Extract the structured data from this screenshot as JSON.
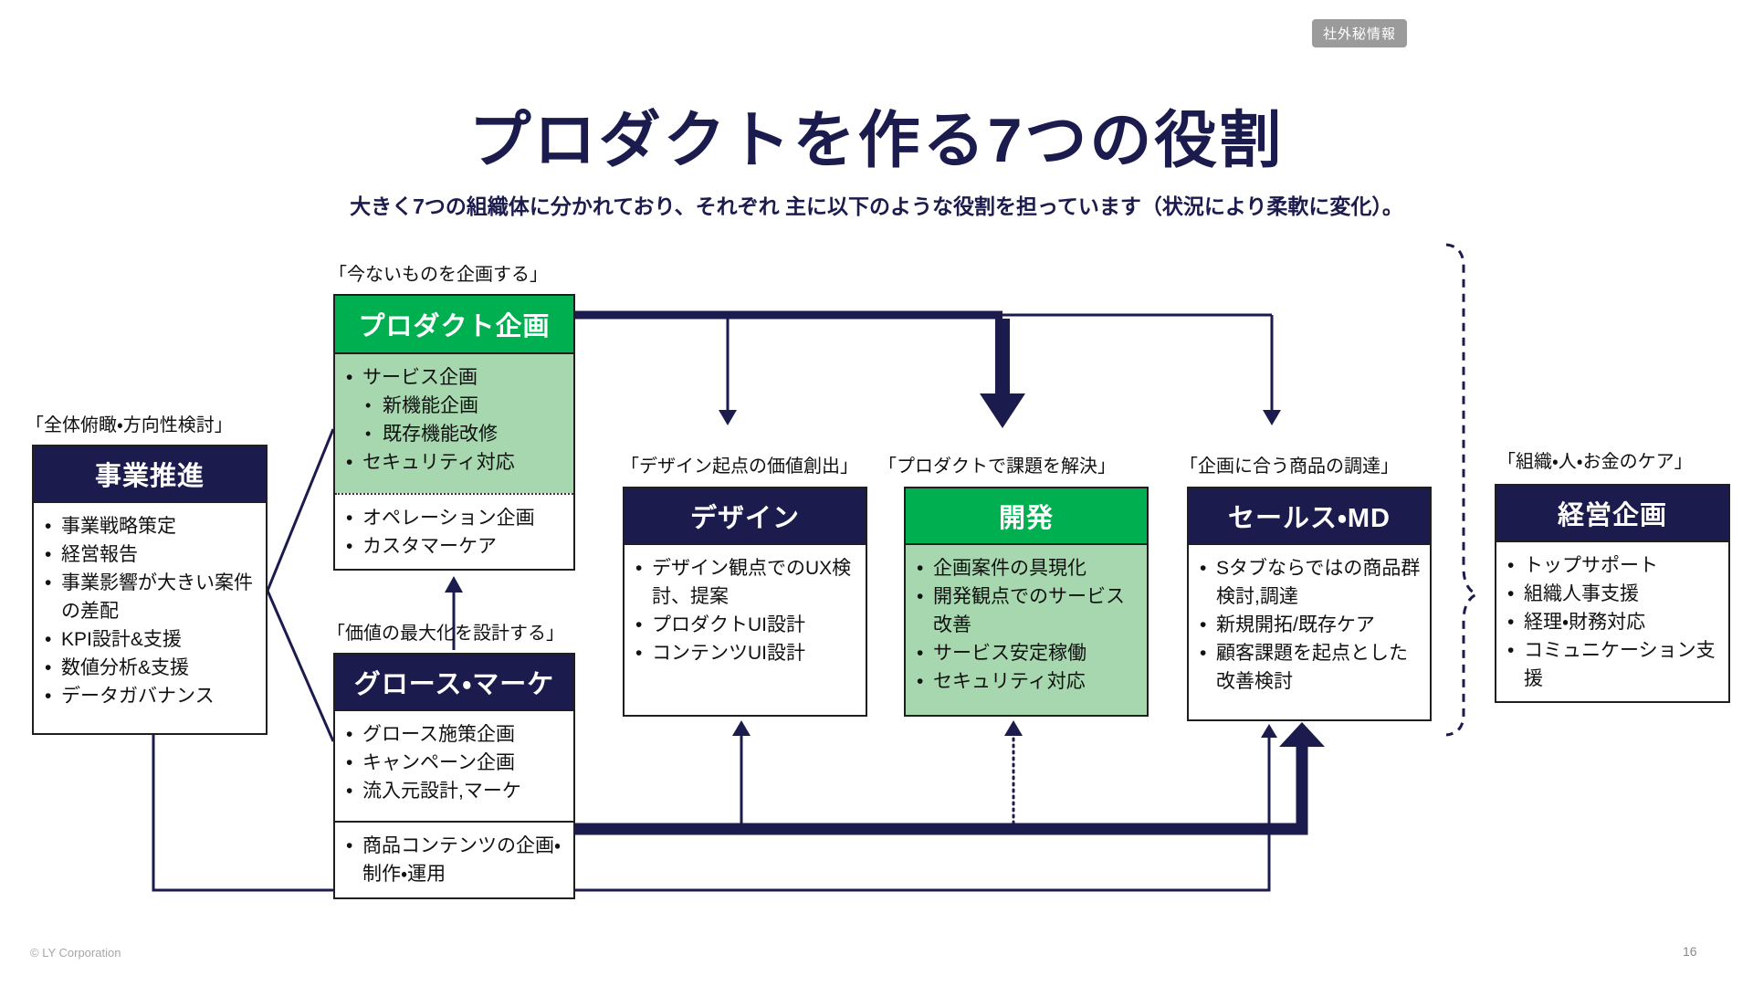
{
  "page": {
    "badge": "社外秘情報",
    "title": "プロダクトを作る7つの役割",
    "subtitle": "大きく7つの組織体に分かれており、それぞれ 主に以下のような役割を担っています（状況により柔軟に変化）。",
    "footer": "© LY Corporation",
    "page_number": "16"
  },
  "colors": {
    "navy": "#1b1b4e",
    "green": "#00b050",
    "green_light": "#a6d7ae",
    "badge_bg": "#9b9b9b",
    "box_border": "#1f1f1f",
    "text": "#111111",
    "footer_gray": "#a6a6a6"
  },
  "boxes": {
    "business": {
      "tagline": "「全体俯瞰・方向性検討」",
      "title": "事業推進",
      "items": [
        "事業戦略策定",
        "経営報告",
        "事業影響が大きい案件の差配",
        "KPI設計&支援",
        "数値分析&支援",
        "データガバナンス"
      ]
    },
    "product_planning": {
      "tagline": "「今ないものを企画する」",
      "title": "プロダクト企画",
      "green_items": [
        "サービス企画",
        "新機能企画",
        "既存機能改修",
        "セキュリティ対応"
      ],
      "white_items": [
        "オペレーション企画",
        "カスタマーケア"
      ]
    },
    "growth": {
      "tagline": "「価値の最大化を設計する」",
      "title": "グロース・マーケ",
      "items": [
        "グロース施策企画",
        "キャンペーン企画",
        "流入元設計,マーケ"
      ],
      "lower_items": [
        "商品コンテンツの企画・制作・運用"
      ]
    },
    "design": {
      "tagline": "「デザイン起点の価値創出」",
      "title": "デザイン",
      "items": [
        "デザイン観点でのUX検討、提案",
        "プロダクトUI設計",
        "コンテンツUI設計"
      ]
    },
    "development": {
      "tagline": "「プロダクトで課題を解決」",
      "title": "開発",
      "items": [
        "企画案件の具現化",
        "開発観点でのサービス改善",
        "サービス安定稼働",
        "セキュリティ対応"
      ]
    },
    "sales": {
      "tagline": "「企画に合う商品の調達」",
      "title": "セールス・MD",
      "items": [
        "Sタブならではの商品群検討,調達",
        "新規開拓/既存ケア",
        "顧客課題を起点とした改善検討"
      ]
    },
    "corporate": {
      "tagline": "「組織・人・お金のケア」",
      "title": "経営企画",
      "items": [
        "トップサポート",
        "組織人事支援",
        "経理・財務対応",
        "コミュニケーション支援"
      ]
    }
  }
}
